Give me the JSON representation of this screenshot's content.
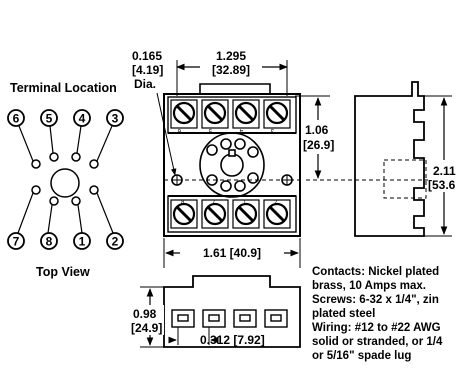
{
  "top_view": {
    "heading": "Terminal Location",
    "caption": "Top View",
    "pins_top": [
      "6",
      "5",
      "4",
      "3"
    ],
    "pins_bottom": [
      "7",
      "8",
      "1",
      "2"
    ]
  },
  "dimensions": {
    "hole_in": "0.165",
    "hole_mm": "[4.19]",
    "hole_suffix": "Dia.",
    "width_in": "1.295",
    "width_mm": "[32.89]",
    "inner_h_in": "1.06",
    "inner_h_mm": "[26.9]",
    "height_in": "2.11",
    "height_mm": "[53.6",
    "length": "1.61 [40.9]",
    "side_h_in": "0.98",
    "side_h_mm": "[24.9]",
    "pitch": "0.312 [7.92]"
  },
  "plate_labels": {
    "top": [
      "6",
      "5",
      "4",
      "3"
    ],
    "bottom": [
      "8",
      "7",
      "1",
      "2"
    ]
  },
  "notes": [
    "Contacts: Nickel plated",
    "brass, 10 Amps max.",
    "Screws: 6-32 x 1/4\", zin",
    "plated steel",
    "Wiring: #12 to #22 AWG",
    "solid or stranded, or 1/4",
    "or 5/16\" spade lug"
  ]
}
